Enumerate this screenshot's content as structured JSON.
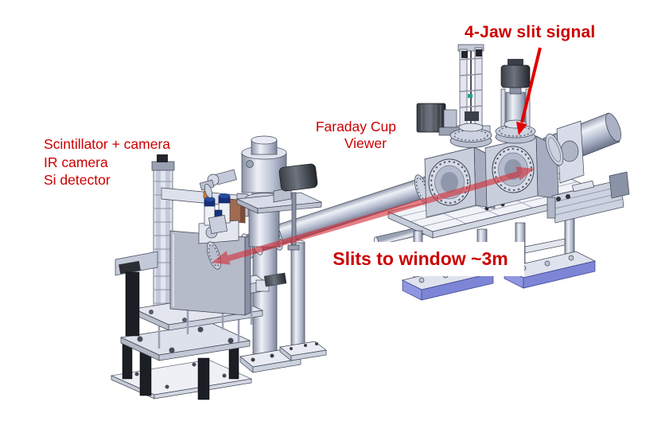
{
  "page": {
    "description": "Isometric CAD rendering of an accelerator beamline section: 4-jaw slit chamber station on a frame at right, Faraday cup / viewer station at center, scintillator-camera detector station at left, connected by a beam pipe."
  },
  "annotations": {
    "slit_signal": "4-Jaw slit signal",
    "faraday_line1": "Faraday Cup",
    "faraday_line2": "Viewer",
    "detector_line1": "Scintillator + camera",
    "detector_line2": "IR camera",
    "detector_line3": "Si detector",
    "distance": "Slits to window ~3m"
  },
  "icons": {
    "slit_signal_arrow": "solid red arrow from label to top flange of 4-jaw slit chamber",
    "distance_arrow": "translucent red double-headed arrow along beam pipe from slit chamber to detector window"
  },
  "colors": {
    "background": "#ffffff",
    "label_red": "#cc0000",
    "arrow_red": "#e10000",
    "beam_arrow_pink": "#d5303a",
    "metal_light": "#e6e9f2",
    "metal_mid": "#c9cfdd",
    "metal_dark": "#8a92a6",
    "outline": "#3f4452",
    "bracket_brown": "#a06a50",
    "foot_blue": "#8f97e0",
    "leg_black": "#1b1e24"
  }
}
